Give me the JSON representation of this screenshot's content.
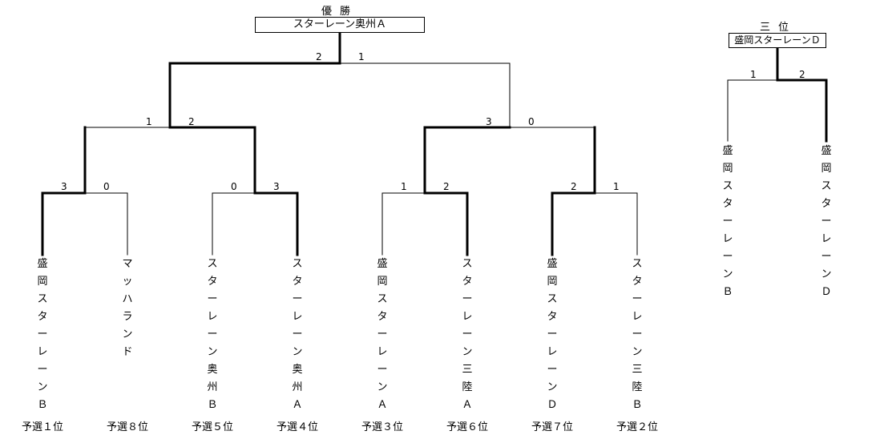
{
  "champion": {
    "title": "優勝",
    "winner": "スターレーン奥州Ａ"
  },
  "third_place": {
    "title": "三位",
    "winner": "盛岡スターレーンＤ",
    "teams": [
      "盛岡スターレーンＢ",
      "盛岡スターレーンＤ"
    ],
    "scores": [
      "1",
      "2"
    ]
  },
  "entrants": [
    {
      "name": "盛岡スターレーンＢ",
      "seed": "予選１位"
    },
    {
      "name": "マッハランド",
      "seed": "予選８位"
    },
    {
      "name": "スターレーン奥州Ｂ",
      "seed": "予選５位"
    },
    {
      "name": "スターレーン奥州Ａ",
      "seed": "予選４位"
    },
    {
      "name": "盛岡スターレーンＡ",
      "seed": "予選３位"
    },
    {
      "name": "スターレーン三陸Ａ",
      "seed": "予選６位"
    },
    {
      "name": "盛岡スターレーンＤ",
      "seed": "予選７位"
    },
    {
      "name": "スターレーン三陸Ｂ",
      "seed": "予選２位"
    }
  ],
  "round1_scores": [
    [
      "3",
      "0"
    ],
    [
      "0",
      "3"
    ],
    [
      "1",
      "2"
    ],
    [
      "2",
      "1"
    ]
  ],
  "semifinal_scores": [
    [
      "1",
      "2"
    ],
    [
      "3",
      "0"
    ]
  ],
  "final_scores": [
    "2",
    "1"
  ]
}
